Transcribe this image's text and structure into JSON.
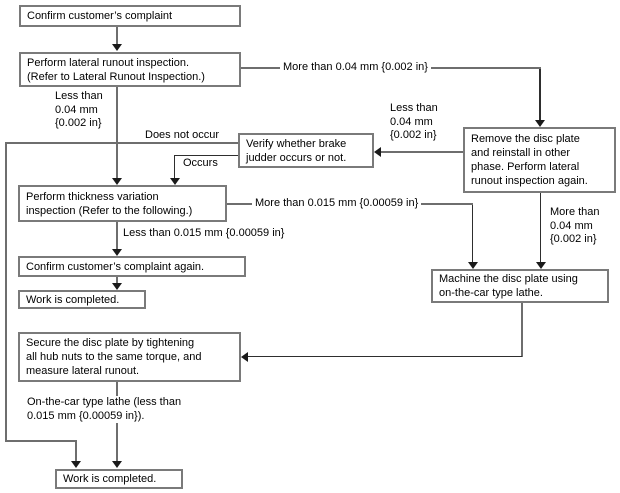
{
  "diagram": {
    "background": "#ffffff",
    "colors": {
      "box_border": "#7a7a7a",
      "connector": "#6e6e6e",
      "connector_dark": "#2e2e2e",
      "arrowhead": "#1a1a1a",
      "text": "#000000"
    },
    "nodes": {
      "confirm_complaint": {
        "text": "Confirm customer’s complaint"
      },
      "lateral_runout": {
        "text": "Perform lateral runout inspection.\n(Refer to Lateral Runout Inspection.)"
      },
      "verify_judder": {
        "text": "Verify whether brake\njudder occurs or not."
      },
      "remove_reinstall": {
        "text": "Remove the disc plate\nand reinstall in other\nphase. Perform lateral\nrunout inspection again."
      },
      "thickness_variation": {
        "text": "Perform thickness variation\ninspection (Refer to the following.)"
      },
      "confirm_again": {
        "text": "Confirm customer’s complaint again."
      },
      "work_completed_mid": {
        "text": "Work is completed."
      },
      "machine_disc": {
        "text": "Machine the disc plate using\non-the-car type lathe."
      },
      "secure_disc": {
        "text": "Secure the disc plate by tightening\nall hub nuts to the same torque, and\nmeasure lateral runout."
      },
      "work_completed_final": {
        "text": "Work is completed."
      }
    },
    "edges": [
      {
        "from": "confirm_complaint",
        "to": "lateral_runout",
        "label": ""
      },
      {
        "from": "lateral_runout",
        "to": "remove_reinstall",
        "label": "More than 0.04 mm {0.002 in}"
      },
      {
        "from": "lateral_runout",
        "to": "thickness_variation",
        "label": "Less than\n0.04 mm\n{0.002 in}"
      },
      {
        "from": "remove_reinstall",
        "to": "verify_judder",
        "label": "Less than\n0.04 mm\n{0.002 in}"
      },
      {
        "from": "verify_judder",
        "to": "work_completed_final",
        "label": "Does not occur"
      },
      {
        "from": "verify_judder",
        "to": "thickness_variation",
        "label": "Occurs"
      },
      {
        "from": "thickness_variation",
        "to": "machine_disc",
        "label": "More than 0.015 mm {0.00059 in}"
      },
      {
        "from": "remove_reinstall",
        "to": "machine_disc",
        "label": "More than\n0.04 mm\n{0.002 in}"
      },
      {
        "from": "thickness_variation",
        "to": "confirm_again",
        "label": "Less than 0.015 mm {0.00059 in}"
      },
      {
        "from": "confirm_again",
        "to": "work_completed_mid",
        "label": ""
      },
      {
        "from": "machine_disc",
        "to": "secure_disc",
        "label": ""
      },
      {
        "from": "secure_disc",
        "to": "work_completed_final",
        "label": "On-the-car type lathe (less than\n0.015 mm {0.00059 in})."
      }
    ]
  }
}
